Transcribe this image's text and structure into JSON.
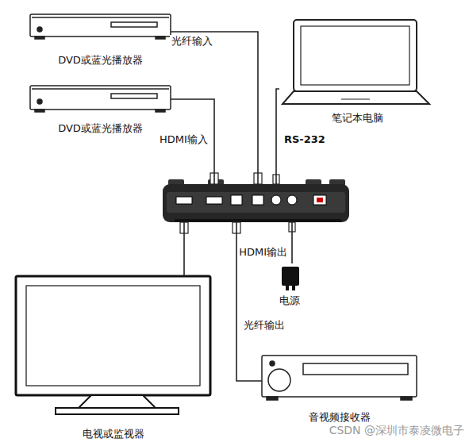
{
  "diagram": {
    "nodes": [
      {
        "text": [
          "DVD或蓝光播放器"
        ]
      },
      {
        "text": [
          "DVD或蓝光播放器"
        ]
      },
      {
        "text": [
          "笔记本电脑"
        ]
      },
      {
        "text": []
      },
      {
        "text": [
          "电源"
        ]
      },
      {
        "text": [
          "电视或监视器"
        ]
      },
      {
        "text": [
          "音视频接收器"
        ]
      }
    ],
    "edges": [
      {
        "from": 0,
        "to": 3,
        "label": "光纤输入",
        "arrow": "none"
      },
      {
        "from": 1,
        "to": 3,
        "label": "HDMI输入",
        "arrow": "none"
      },
      {
        "from": 2,
        "to": 3,
        "label": "RS-232",
        "arrow": "none"
      },
      {
        "from": 3,
        "to": 5,
        "label": "HDMI输出",
        "arrow": "none"
      },
      {
        "from": 3,
        "to": 6,
        "label": "光纤输出",
        "arrow": "none"
      },
      {
        "from": 4,
        "to": 3,
        "arrow": "none"
      }
    ],
    "labels": [
      "CSDN @深圳市泰凌微电子"
    ]
  }
}
